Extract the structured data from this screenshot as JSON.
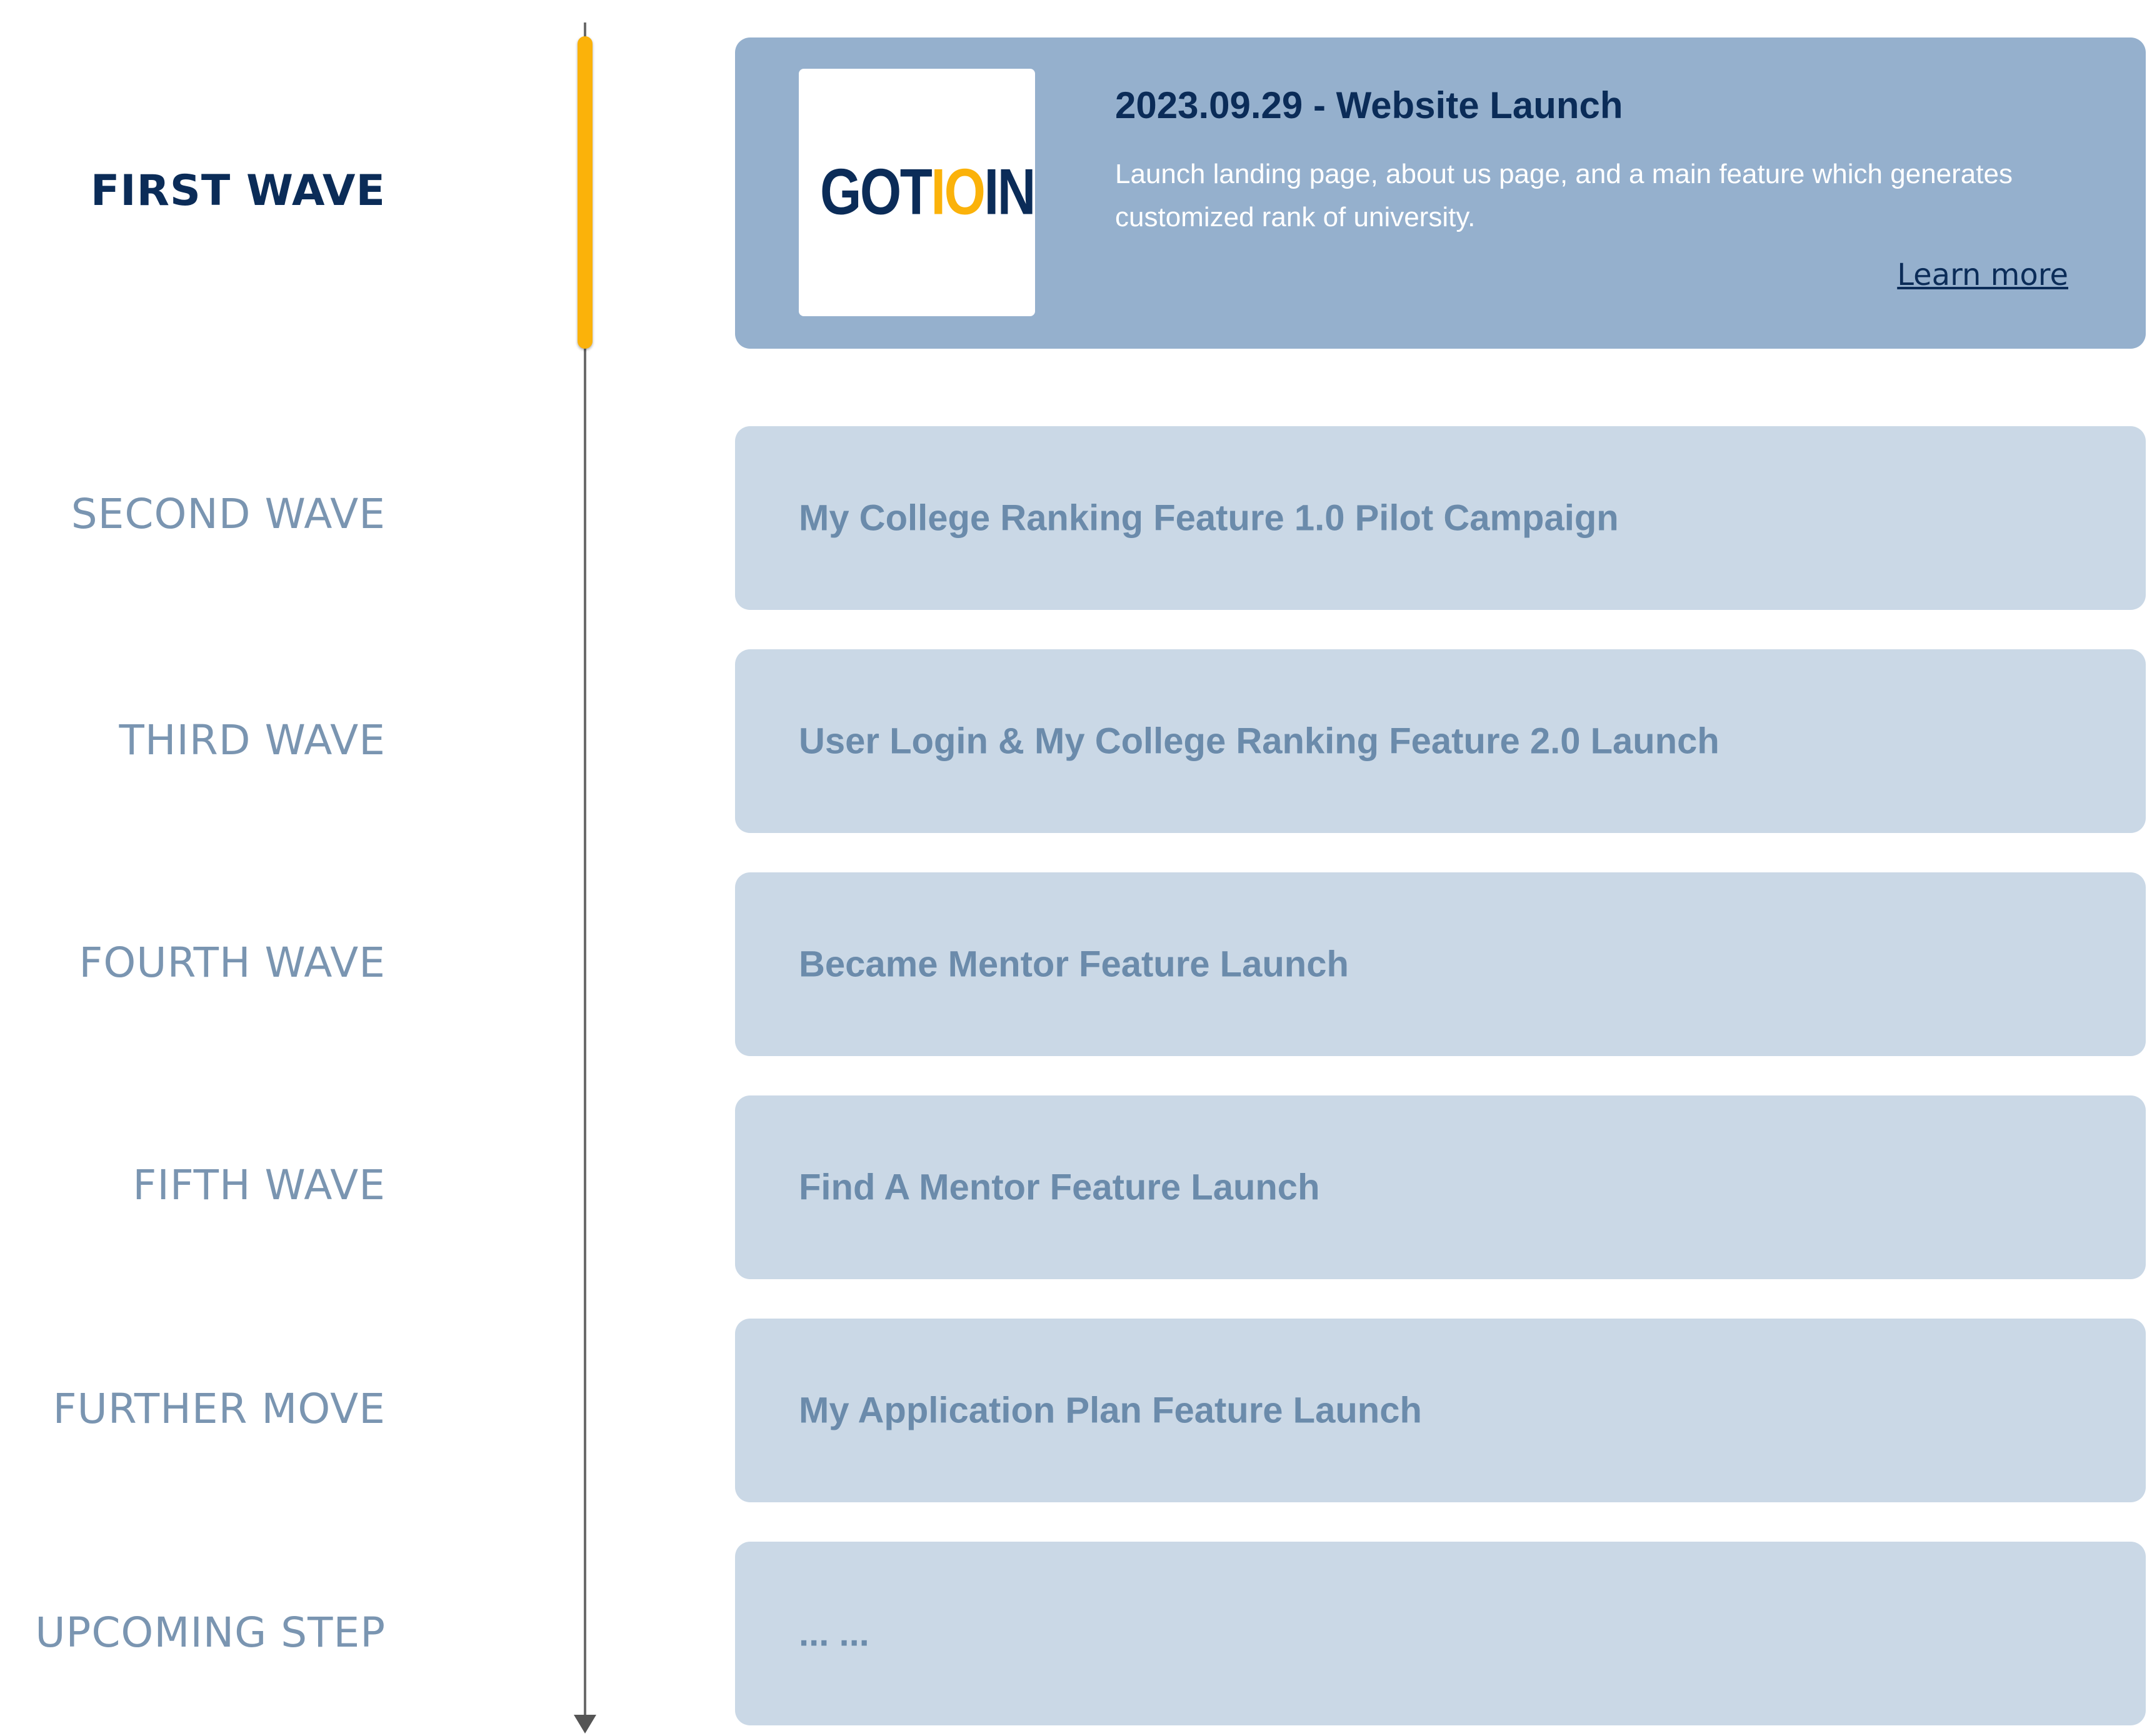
{
  "timeline": {
    "waves": [
      {
        "label": "FIRST WAVE",
        "active": true
      },
      {
        "label": "SECOND WAVE",
        "active": false
      },
      {
        "label": "THIRD WAVE",
        "active": false
      },
      {
        "label": "FOURTH WAVE",
        "active": false
      },
      {
        "label": "FIFTH WAVE",
        "active": false
      },
      {
        "label": "FURTHER MOVE",
        "active": false
      },
      {
        "label": "UPCOMING STEP",
        "active": false
      }
    ]
  },
  "featured": {
    "logo": {
      "part1": "GOT",
      "part2": "IO",
      "part3": "IN"
    },
    "title": "2023.09.29 - Website Launch",
    "description": "Launch landing page, about us page, and a main feature which generates customized rank of university.",
    "link_label": "Learn more"
  },
  "cards": [
    {
      "title": "My College Ranking Feature 1.0 Pilot Campaign"
    },
    {
      "title": "User Login & My College Ranking Feature 2.0 Launch"
    },
    {
      "title": "Became Mentor Feature Launch"
    },
    {
      "title": "Find A Mentor Feature Launch"
    },
    {
      "title": "My Application Plan Feature Launch"
    },
    {
      "title": "... ..."
    }
  ],
  "colors": {
    "navy": "#0b2c58",
    "gold": "#fbb20a",
    "featured_card": "#95b0cd",
    "card": "#cad8e6",
    "inactive_text": "#7a95b1"
  },
  "icons": {
    "axis_end": "arrow-down-icon"
  }
}
